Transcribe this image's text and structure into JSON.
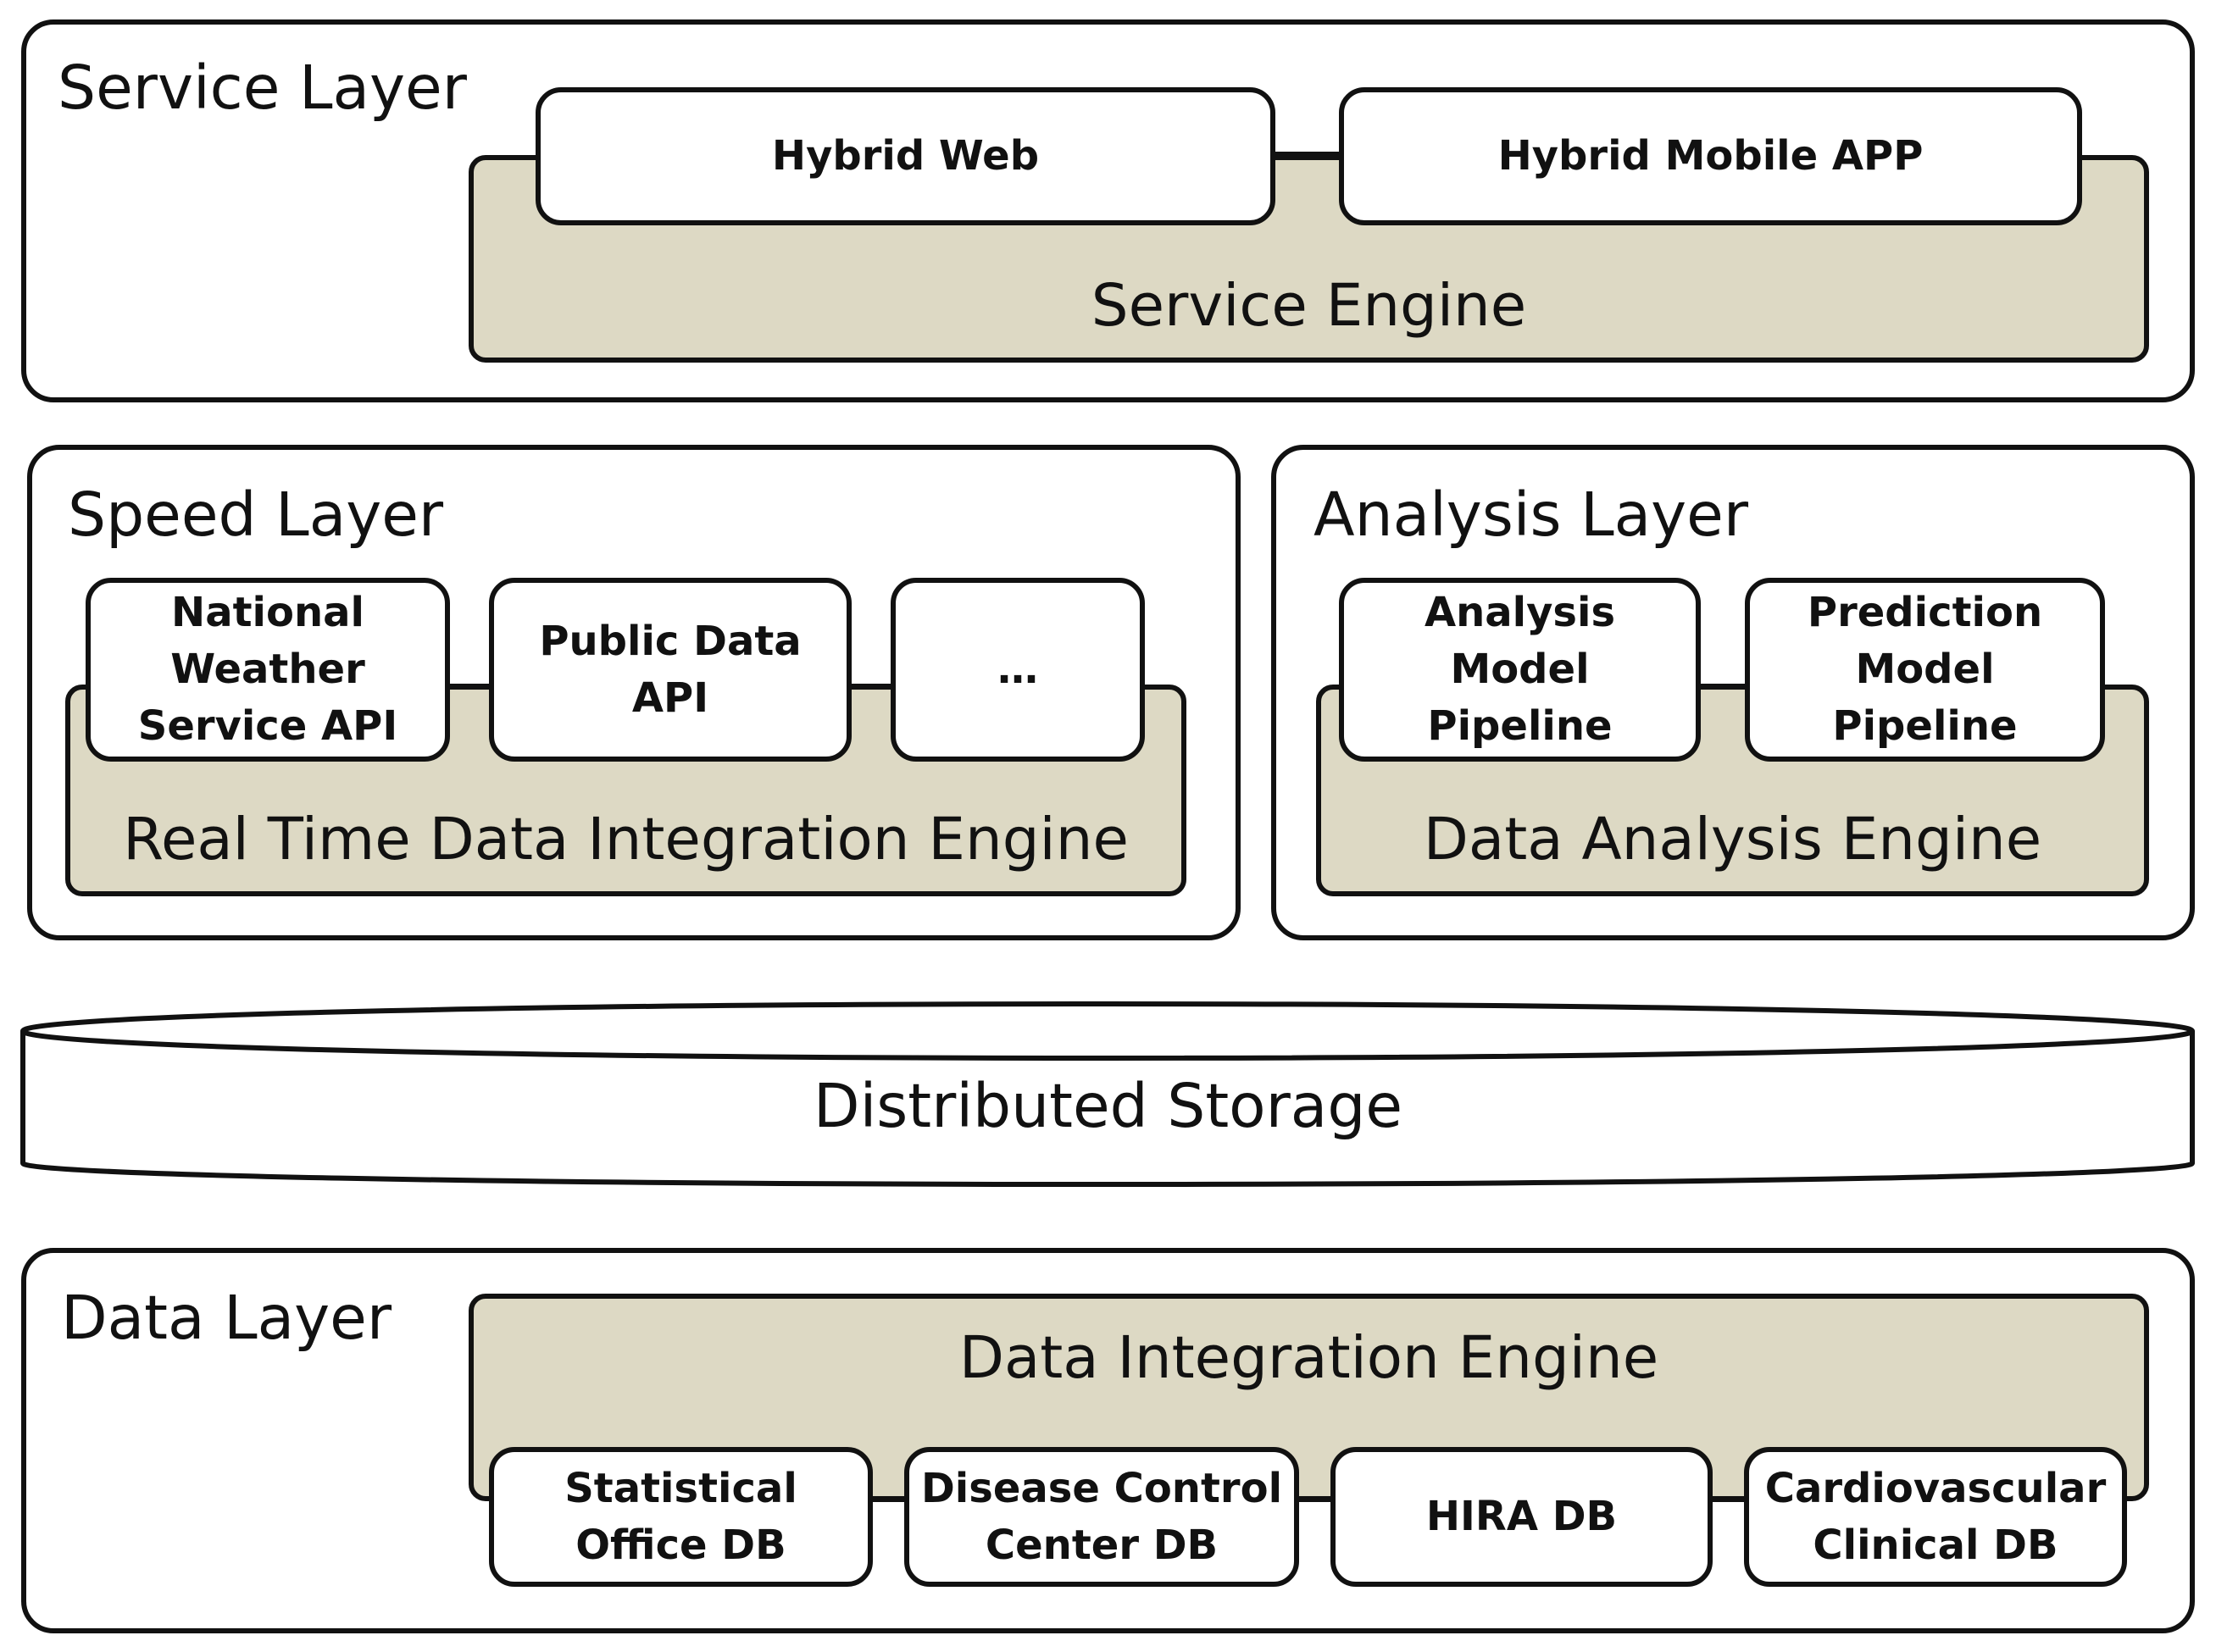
{
  "service_layer": {
    "title": "Service Layer",
    "engine": "Service Engine",
    "components": [
      "Hybrid Web",
      "Hybrid Mobile APP"
    ]
  },
  "speed_layer": {
    "title": "Speed Layer",
    "engine": "Real Time Data Integration Engine",
    "components": [
      "National\nWeather\nService API",
      "Public Data\nAPI",
      "…"
    ]
  },
  "analysis_layer": {
    "title": "Analysis Layer",
    "engine": "Data Analysis Engine",
    "components": [
      "Analysis\nModel\nPipeline",
      "Prediction\nModel\nPipeline"
    ]
  },
  "storage": {
    "label": "Distributed Storage"
  },
  "data_layer": {
    "title": "Data Layer",
    "engine": "Data Integration Engine",
    "components": [
      "Statistical\nOffice DB",
      "Disease Control\nCenter  DB",
      "HIRA DB",
      "Cardiovascular\nClinical DB"
    ]
  },
  "colors": {
    "engine_fill": "#ddd9c4",
    "stroke": "#111111",
    "background": "#ffffff"
  }
}
